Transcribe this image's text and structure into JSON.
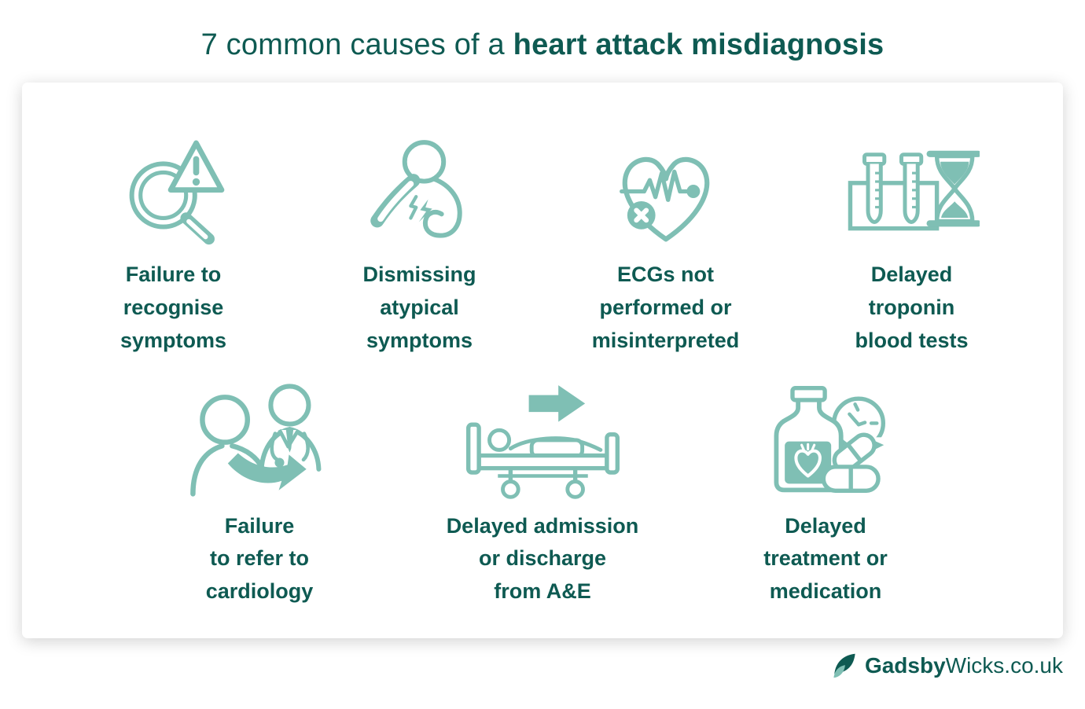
{
  "title": {
    "regular": "7 common causes of a ",
    "bold": "heart attack misdiagnosis"
  },
  "colors": {
    "accent_dark": "#0E5A52",
    "accent_light": "#7FBFB4",
    "page_bg": "#FFFFFF"
  },
  "causes": [
    {
      "icon": "magnifier-warning",
      "label": "Failure to\nrecognise\nsymptoms"
    },
    {
      "icon": "chest-pain-person",
      "label": "Dismissing\natypical\nsymptoms"
    },
    {
      "icon": "heart-ecg-cross",
      "label": "ECGs not\nperformed or\nmisinterpreted"
    },
    {
      "icon": "test-tubes-hourglass",
      "label": "Delayed\ntroponin\nblood tests"
    },
    {
      "icon": "patient-doctor-referral",
      "label": "Failure\nto refer to\ncardiology"
    },
    {
      "icon": "hospital-bed-arrow",
      "label": "Delayed admission\nor discharge\nfrom A&E"
    },
    {
      "icon": "medication-clock",
      "label": "Delayed\ntreatment or\nmedication"
    }
  ],
  "footer": {
    "brand_bold": "Gadsby",
    "brand_suffix": "Wicks.co.uk"
  }
}
